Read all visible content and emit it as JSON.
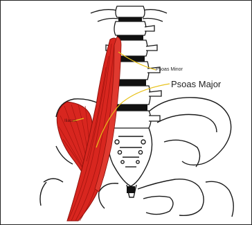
{
  "labels": {
    "psoas_minor": "Psoas Minor",
    "psoas_major": "Psoas Major",
    "iliacus": "Iliacus"
  },
  "colors": {
    "muscle": "#d8261f",
    "muscle_dark": "#a5140f",
    "leader_line": "#e8c21a",
    "bone_outline": "#1a1a1a",
    "vertebra_fill": "#111111"
  }
}
